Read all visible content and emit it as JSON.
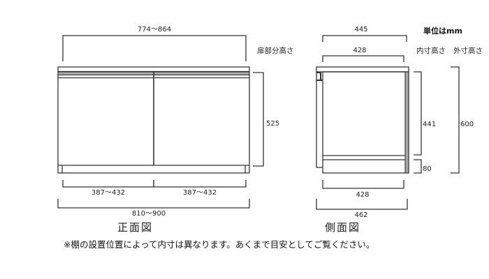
{
  "unit_label": "単位はmm",
  "front_view": {
    "title": "正面図",
    "door_height_header": "扉部分高さ",
    "dimensions": {
      "top_width": "774〜864",
      "door_height": "525",
      "left_door_width": "387〜432",
      "right_door_width": "387〜432",
      "overall_width": "810〜900"
    }
  },
  "side_view": {
    "title": "側面図",
    "inner_height_header": "内寸高さ",
    "outer_height_header": "外寸高さ",
    "dimensions": {
      "top_outer_depth": "445",
      "top_inner_depth": "428",
      "inner_height": "441",
      "plinth_height": "80",
      "outer_height": "600",
      "bottom_inner_depth": "428",
      "overall_depth": "462"
    }
  },
  "note": "※棚の設置位置によって内寸は異なります。あくまで目安としてご覧ください。",
  "colors": {
    "line": "#333333",
    "panel_gray": "#a8a8a8",
    "background": "#ffffff"
  }
}
